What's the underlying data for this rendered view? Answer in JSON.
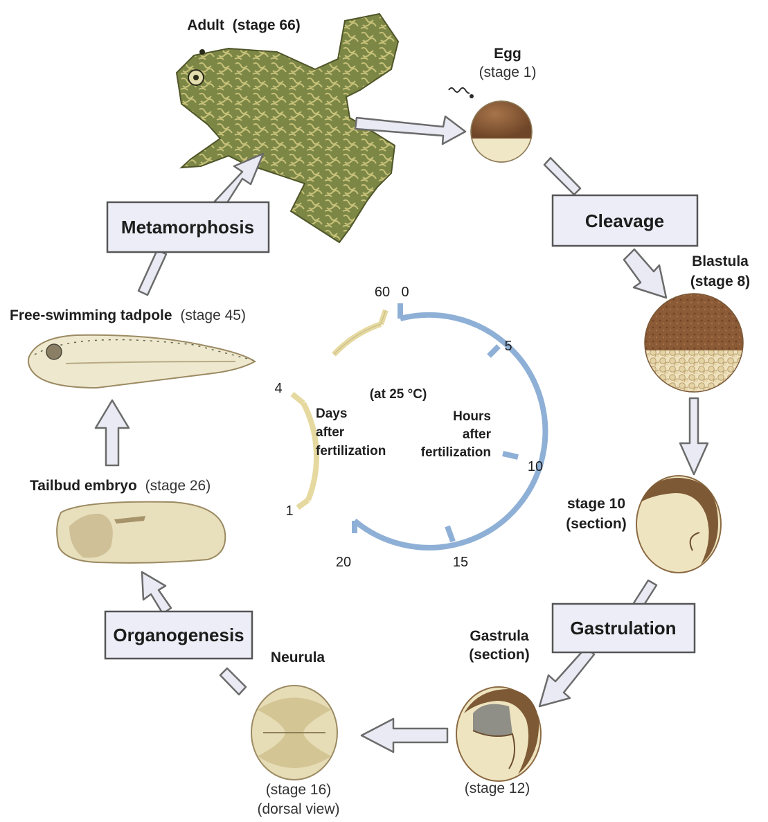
{
  "stages": {
    "adult": {
      "name": "Adult",
      "stage": "(stage 66)"
    },
    "egg": {
      "name": "Egg",
      "stage": "(stage 1)"
    },
    "blastula": {
      "name": "Blastula",
      "stage": "(stage 8)"
    },
    "stage10": {
      "line1": "stage 10",
      "line2": "(section)"
    },
    "gastrula": {
      "name": "Gastrula",
      "detail": "(section)",
      "stage": "(stage 12)"
    },
    "neurula": {
      "name": "Neurula",
      "stage": "(stage 16)",
      "view": "(dorsal view)"
    },
    "tailbud": {
      "name": "Tailbud embryo",
      "stage": "(stage 26)"
    },
    "tadpole": {
      "name": "Free-swimming tadpole",
      "stage": "(stage 45)"
    }
  },
  "processes": {
    "cleavage": "Cleavage",
    "gastrulation": "Gastrulation",
    "organogenesis": "Organogenesis",
    "metamorphosis": "Metamorphosis"
  },
  "clock": {
    "temperature": "(at 25 °C)",
    "hours_label": [
      "Hours",
      "after",
      "fertilization"
    ],
    "days_label": [
      "Days",
      "after",
      "fertilization"
    ],
    "hour_ticks": [
      "0",
      "5",
      "10",
      "15",
      "20"
    ],
    "day_ticks": [
      "1",
      "4",
      "60"
    ]
  },
  "colors": {
    "arrow_fill": "#e9eaf3",
    "arrow_stroke": "#6b6b6b",
    "box_fill": "#ecedf6",
    "hours_arc": "#8fb0d6",
    "days_arc": "#e6d9a0",
    "frog": "#7f8a4c",
    "egg_top": "#8a5a37",
    "yolk": "#efe6c4"
  }
}
